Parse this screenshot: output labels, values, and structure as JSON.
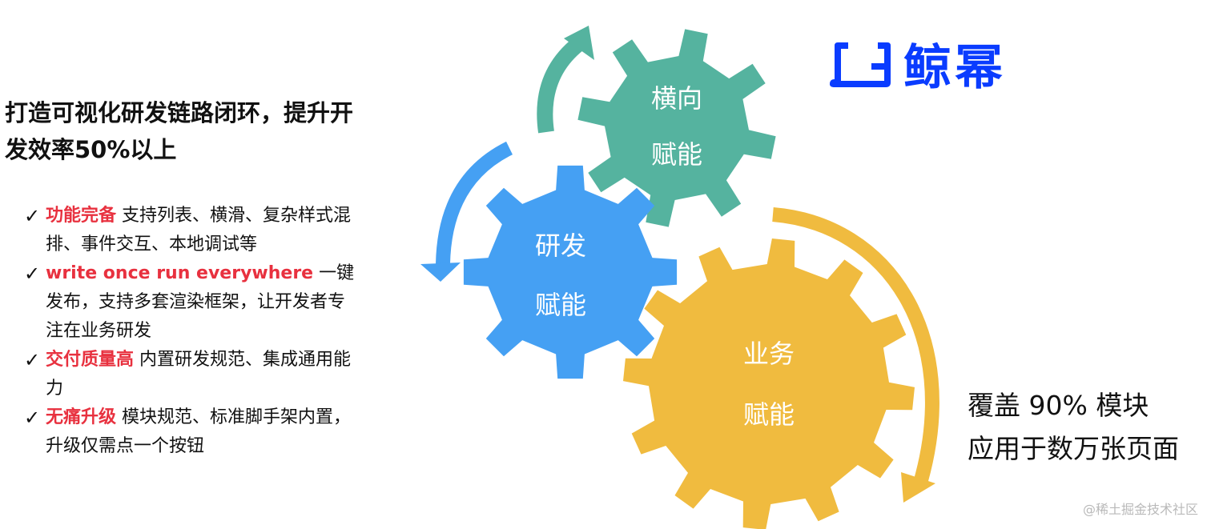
{
  "headline": "打造可视化研发链路闭环，提升开发效率50%以上",
  "bullets": [
    {
      "title": "功能完备",
      "text": " 支持列表、横滑、复杂样式混排、事件交互、本地调试等"
    },
    {
      "title": "write once run everywhere",
      "text": " 一键发布，支持多套渲染框架，让开发者专注在业务研发"
    },
    {
      "title": "交付质量高",
      "text": " 内置研发规范、集成通用能力"
    },
    {
      "title": "无痛升级",
      "text": " 模块规范、标准脚手架内置，升级仅需点一个按钮"
    }
  ],
  "check_mark": "✓",
  "gears": {
    "horizontal": {
      "line1": "横向",
      "line2": "赋能",
      "color": "#55b39f"
    },
    "dev": {
      "line1": "研发",
      "line2": "赋能",
      "color": "#45a0f3"
    },
    "business": {
      "line1": "业务",
      "line2": "赋能",
      "color": "#f0bb3f"
    }
  },
  "coverage": {
    "line1": "覆盖 90% 模块",
    "line2": "应用于数万张页面"
  },
  "logo": {
    "text": "鲸幂",
    "color": "#0a3cff"
  },
  "watermark": "@稀土掘金技术社区"
}
